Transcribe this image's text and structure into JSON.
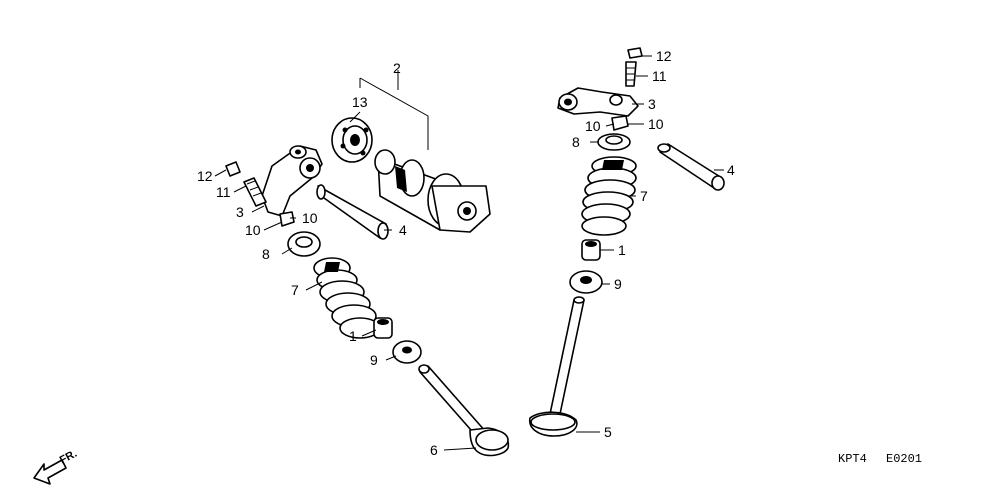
{
  "labels": {
    "cam": "2",
    "bearing": "13",
    "rocker_l": "3",
    "rocker_r": "3",
    "shaft_l": "4",
    "shaft_r": "4",
    "cotter_l": "10",
    "cotter_l2": "10",
    "cotter_r": "10",
    "cotter_r2": "10",
    "retainer_l": "8",
    "retainer_r": "8",
    "spring_l": "7",
    "spring_r": "7",
    "seal_l": "1",
    "seal_r": "1",
    "seat_l": "9",
    "seat_r": "9",
    "valve_ex": "6",
    "valve_in": "5",
    "nut_l": "12",
    "nut_r": "12",
    "screw_l": "11",
    "screw_r": "11"
  },
  "footer": {
    "code1": "KPT4",
    "code2": "E0201"
  },
  "direction": {
    "text": "FR."
  }
}
